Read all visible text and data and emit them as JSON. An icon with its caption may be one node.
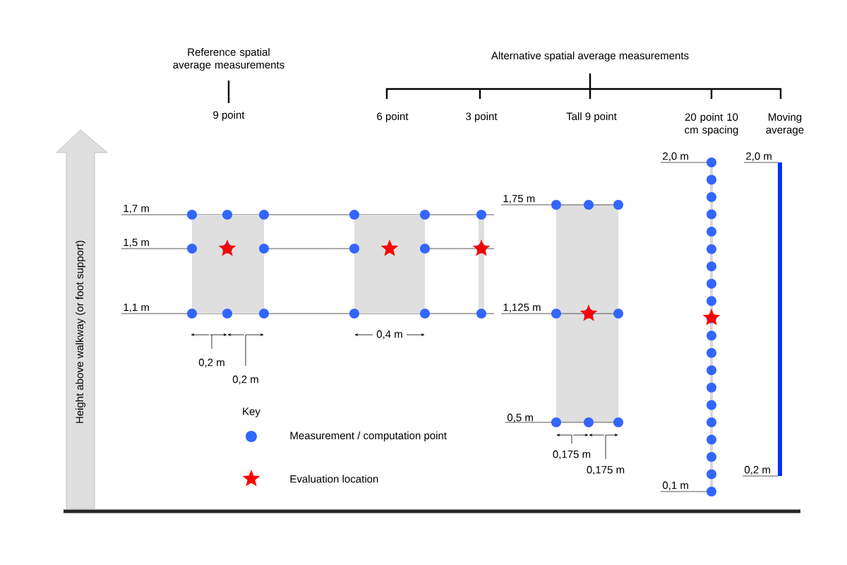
{
  "diagram": {
    "labels": [
      "Reference spatial average measurements",
      "Alternative spatial average measurements",
      "9 point",
      "6 point",
      "3 point",
      "Tall 9 point",
      "20 point 10 cm spacing",
      "Moving average",
      "2,0 m",
      "2,0 m",
      "1,7 m",
      "1,75 m",
      "1,5 m",
      "1,1 m",
      "1,125 m",
      "0,2 m",
      "0,4 m",
      "0,2 m",
      "Height above walkway (or foot support)",
      "0,5 m",
      "0,175 m",
      "0,175 m",
      "0,2 m",
      "0,1 m",
      "Key"
    ],
    "legend": [
      {
        "text": "Measurement / computation point"
      },
      {
        "text": "Evaluation location"
      }
    ]
  }
}
